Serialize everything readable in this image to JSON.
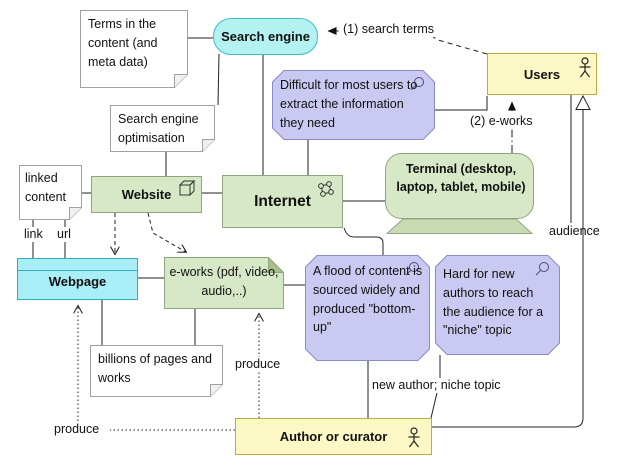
{
  "diagram": {
    "nodes": {
      "search_engine": "Search engine",
      "users": "Users",
      "website": "Website",
      "internet": "Internet",
      "terminal": "Terminal (desktop, laptop, tablet, mobile)",
      "webpage": "Webpage",
      "author": "Author or curator"
    },
    "notes": {
      "terms": "Terms in the content (and meta data)",
      "seo": "Search engine optimisation",
      "linked": "linked content",
      "eworks": "e-works (pdf, video, audio,..)",
      "billions": "billions of pages and works"
    },
    "assessments": {
      "difficult": "Difficult for most users to extract the information they need",
      "flood": "A flood of content is sourced widely and produced \"bottom-up\"",
      "hard": "Hard for new authors to reach the audience for a \"niche\" topic"
    },
    "labels": {
      "search_terms": "(1) search terms",
      "eworks_flow": "(2) e-works",
      "audience": "audience",
      "link": "link",
      "url": "url",
      "produce_left": "produce",
      "produce_right": "produce",
      "new_author": "new author; niche topic"
    },
    "colors": {
      "application_fill": "#B4F1F1",
      "application_border": "#3DBDCB",
      "technology_fill": "#D7E8C6",
      "technology_border": "#8FA57F",
      "actor_fill": "#FBF8C5",
      "actor_border": "#BCAD3E",
      "assessment_fill": "#C9C9F1",
      "assessment_border": "#8A8AC8",
      "note_fill": "#FFFFFF",
      "note_border": "#A0A0A0",
      "line_color": "#222222"
    }
  }
}
